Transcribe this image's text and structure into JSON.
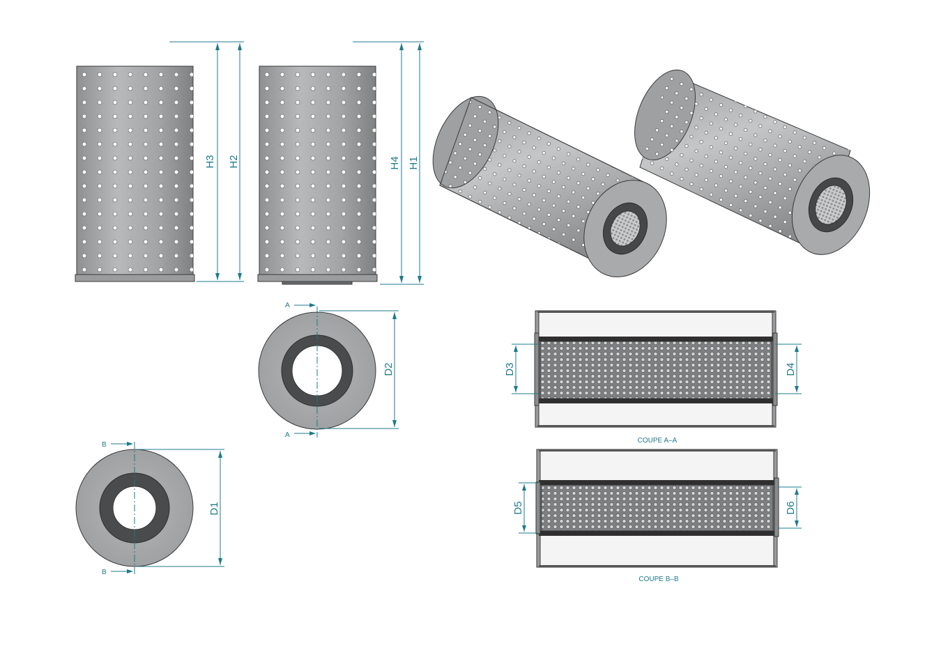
{
  "dimensions": {
    "h1": "H1",
    "h2": "H2",
    "h3": "H3",
    "h4": "H4",
    "d1": "D1",
    "d2": "D2",
    "d3": "D3",
    "d4": "D4",
    "d5": "D5",
    "d6": "D6"
  },
  "section_marks": {
    "a": "A",
    "b": "B"
  },
  "section_titles": {
    "aa": "COUPE A–A",
    "bb": "COUPE B–B"
  },
  "colors": {
    "dimension": "#1d7a8c",
    "metal": "#a9abad",
    "gasket": "#4a4b4c",
    "hole": "#ffffff"
  }
}
